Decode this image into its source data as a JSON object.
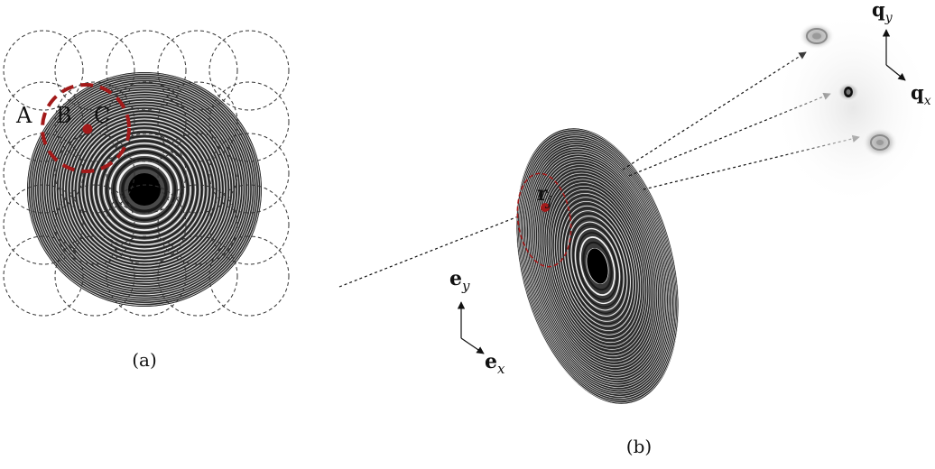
{
  "panel_a": {
    "caption": "(a)",
    "region_labels": {
      "a": "A",
      "b": "B",
      "c": "C"
    },
    "grid": {
      "rows": 5,
      "cols": 5
    },
    "colors": {
      "highlight": "#a31a1a",
      "zone_plate": "#4a4a4a",
      "scan_circle": "#333333"
    }
  },
  "panel_b": {
    "caption": "(b)",
    "position_label": {
      "symbol": "r",
      "subscript": "j"
    },
    "real_axes": {
      "y": {
        "symbol": "e",
        "subscript": "y"
      },
      "x": {
        "symbol": "e",
        "subscript": "x"
      }
    },
    "detector_axes": {
      "y": {
        "symbol": "q",
        "subscript": "y"
      },
      "x": {
        "symbol": "q",
        "subscript": "x"
      }
    },
    "diffraction_patterns": 3
  }
}
